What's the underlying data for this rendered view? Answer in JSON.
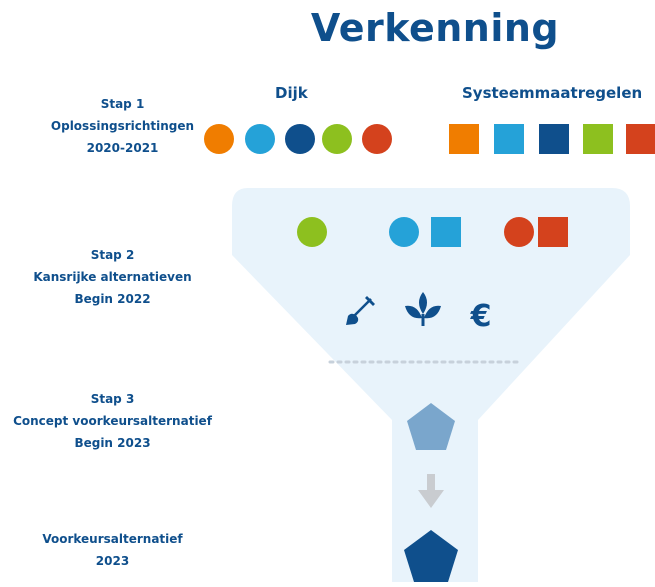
{
  "title": "Verkenning",
  "columns": {
    "dike": "Dijk",
    "system": "Systeemmaatregelen"
  },
  "steps": [
    {
      "line1": "Stap 1",
      "line2": "Oplossingsrichtingen",
      "line3": "2020-2021"
    },
    {
      "line1": "Stap 2",
      "line2": "Kansrijke alternatieven",
      "line3": "Begin 2022"
    },
    {
      "line1": "Stap 3",
      "line2": "Concept voorkeursalternatief",
      "line3": "Begin 2023"
    },
    {
      "line1": "Voorkeursalternatief",
      "line2": "2023"
    }
  ],
  "icons": {
    "criteria": [
      "shovel-icon",
      "plant-icon",
      "euro-icon"
    ],
    "euro_symbol": "€"
  },
  "colors": {
    "navy": "#0f4f8c",
    "orange": "#f07d00",
    "light_blue": "#25a2d8",
    "dark_blue": "#0f4f8c",
    "green": "#8dc01f",
    "red": "#d4421d",
    "funnel": "#e8f3fb",
    "pentagon_light": "#7aa6cc",
    "arrow_gray": "#c9ccd0"
  }
}
